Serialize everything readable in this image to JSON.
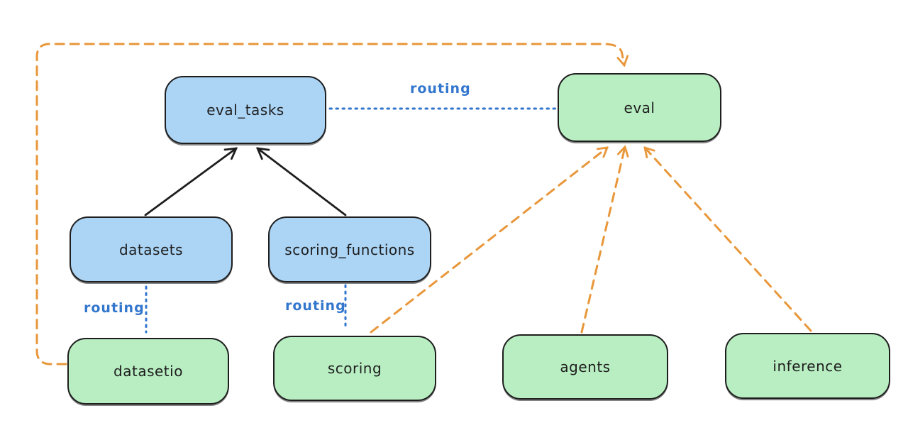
{
  "colors": {
    "background": "#ffffff",
    "node_stroke": "#1e1e1e",
    "blue_fill": "#abd4f5",
    "green_fill": "#b9eec2",
    "orange": "#e8973a",
    "routing_blue": "#3276cd",
    "label_text": "#1e1e1e"
  },
  "nodes": {
    "eval_tasks": {
      "label": "eval_tasks",
      "color": "blue"
    },
    "eval": {
      "label": "eval",
      "color": "green"
    },
    "datasets": {
      "label": "datasets",
      "color": "blue"
    },
    "scoring_functions": {
      "label": "scoring_functions",
      "color": "blue"
    },
    "datasetio": {
      "label": "datasetio",
      "color": "green"
    },
    "scoring": {
      "label": "scoring",
      "color": "green"
    },
    "agents": {
      "label": "agents",
      "color": "green"
    },
    "inference": {
      "label": "inference",
      "color": "green"
    }
  },
  "edges": [
    {
      "from": "datasets",
      "to": "eval_tasks",
      "style": "solid",
      "color": "black",
      "arrow": true
    },
    {
      "from": "scoring_functions",
      "to": "eval_tasks",
      "style": "solid",
      "color": "black",
      "arrow": true
    },
    {
      "from": "eval_tasks",
      "to": "eval",
      "style": "dotted",
      "color": "blue",
      "arrow": false,
      "label": "routing"
    },
    {
      "from": "datasets",
      "to": "datasetio",
      "style": "dotted",
      "color": "blue",
      "arrow": false,
      "label": "routing"
    },
    {
      "from": "scoring_functions",
      "to": "scoring",
      "style": "dotted",
      "color": "blue",
      "arrow": false,
      "label": "routing"
    },
    {
      "from": "datasetio",
      "to": "eval",
      "style": "dashed",
      "color": "orange",
      "arrow": true
    },
    {
      "from": "scoring",
      "to": "eval",
      "style": "dashed",
      "color": "orange",
      "arrow": true
    },
    {
      "from": "agents",
      "to": "eval",
      "style": "dashed",
      "color": "orange",
      "arrow": true
    },
    {
      "from": "inference",
      "to": "eval",
      "style": "dashed",
      "color": "orange",
      "arrow": true
    }
  ]
}
